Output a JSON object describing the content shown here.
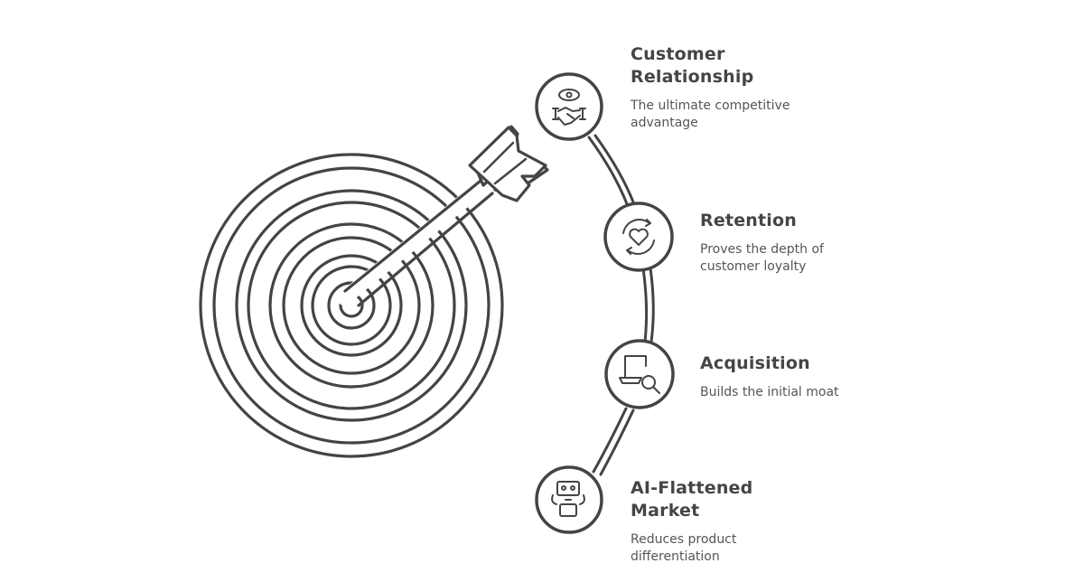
{
  "diagram": {
    "type": "target-with-arc-steps",
    "stroke_color": "#444444",
    "background": "#ffffff",
    "center_graphic": "target-with-arrow",
    "steps": [
      {
        "title_line1": "Customer",
        "title_line2": "Relationship",
        "desc_line1": "The ultimate competitive",
        "desc_line2": "advantage",
        "icon": "eye-handshake-icon"
      },
      {
        "title_line1": "Retention",
        "title_line2": "",
        "desc_line1": "Proves the depth of",
        "desc_line2": "customer loyalty",
        "icon": "heart-cycle-icon"
      },
      {
        "title_line1": "Acquisition",
        "title_line2": "",
        "desc_line1": "Builds the initial moat",
        "desc_line2": "",
        "icon": "laptop-search-icon"
      },
      {
        "title_line1": "AI-Flattened",
        "title_line2": "Market",
        "desc_line1": "Reduces product",
        "desc_line2": "differentiation",
        "icon": "robot-icon"
      }
    ]
  }
}
